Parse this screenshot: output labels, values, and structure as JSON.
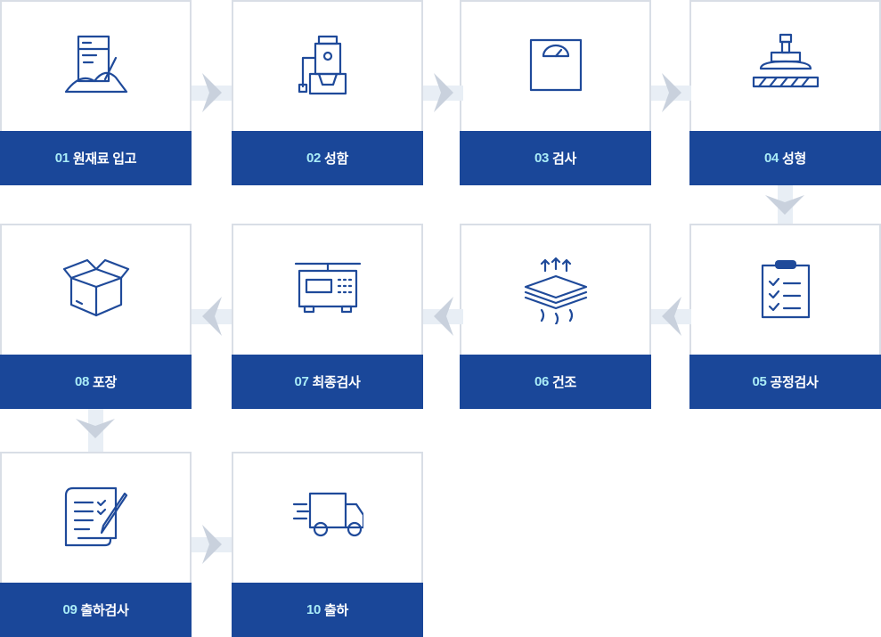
{
  "steps": [
    {
      "num": "01",
      "label": "원재료 입고",
      "icon": "raw-material-icon"
    },
    {
      "num": "02",
      "label": "성함",
      "icon": "mixer-machine-icon"
    },
    {
      "num": "03",
      "label": "검사",
      "icon": "scale-gauge-icon"
    },
    {
      "num": "04",
      "label": "성형",
      "icon": "press-icon"
    },
    {
      "num": "05",
      "label": "공정검사",
      "icon": "clipboard-checklist-icon"
    },
    {
      "num": "06",
      "label": "건조",
      "icon": "drying-layers-icon"
    },
    {
      "num": "07",
      "label": "최종검사",
      "icon": "weighing-scale-icon"
    },
    {
      "num": "08",
      "label": "포장",
      "icon": "open-box-icon"
    },
    {
      "num": "09",
      "label": "출하검사",
      "icon": "document-pen-icon"
    },
    {
      "num": "10",
      "label": "출하",
      "icon": "delivery-truck-icon"
    }
  ],
  "colors": {
    "accent": "#1a4799",
    "number": "#a9ecf7",
    "border": "#d9dee6",
    "arrow": "#c9d1dd"
  }
}
